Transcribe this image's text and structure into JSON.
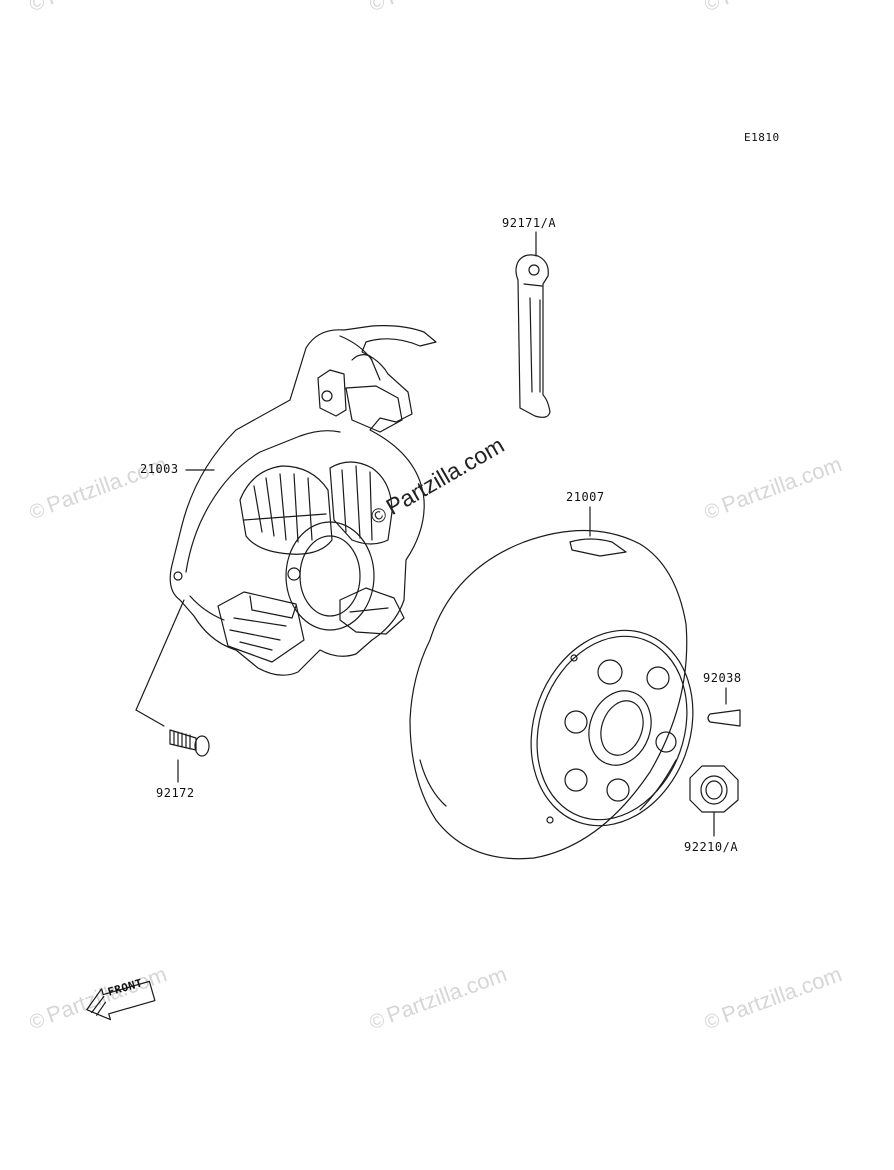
{
  "diagram_code": "E1810",
  "parts": {
    "stator": "21003",
    "flywheel": "21007",
    "bracket": "92171/A",
    "screw": "92172",
    "key": "92038",
    "nut": "92210/A"
  },
  "front_label": "FRONT",
  "watermark": {
    "symbol": "©",
    "text": "Partzilla.com"
  }
}
